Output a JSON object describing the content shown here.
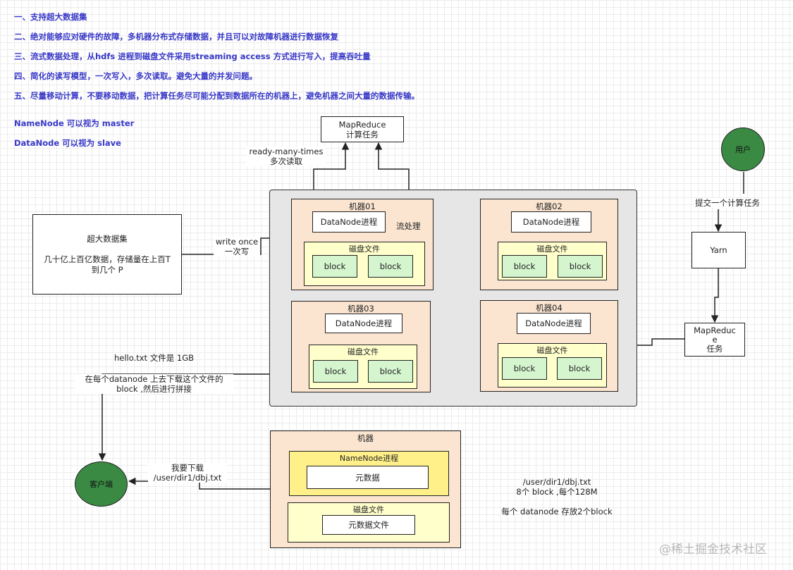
{
  "notes": [
    "一、支持超大数据集",
    "二、绝对能够应对硬件的故障，多机器分布式存储数据，并且可以对故障机器进行数据恢复",
    "三、流式数据处理，从hdfs 进程到磁盘文件采用streaming access 方式进行写入，提高吞吐量",
    "四、简化的读写模型，一次写入，多次读取。避免大量的并发问题。",
    "五、尽量移动计算，不要移动数据，把计算任务尽可能分配到数据所在的机器上，避免机器之间大量的数据传输。"
  ],
  "roles": {
    "namenode": "NameNode 可以视为 master",
    "datanode": "DataNode 可以视为 slave"
  },
  "mapreduce_top": {
    "line1": "MapReduce",
    "line2": "计算任务"
  },
  "read_label": {
    "line1": "ready-many-times",
    "line2": "多次读取"
  },
  "dataset": {
    "title": "超大数据集",
    "line1": "几十亿上百亿数据，存储量在上百T",
    "line2": "到几个 P"
  },
  "write_label": {
    "line1": "write once",
    "line2": "一次写"
  },
  "stream_label": "流处理",
  "machines": [
    {
      "title": "机器01",
      "process": "DataNode进程",
      "disk": "磁盘文件",
      "block1": "block",
      "block2": "block"
    },
    {
      "title": "机器02",
      "process": "DataNode进程",
      "disk": "磁盘文件",
      "block1": "block",
      "block2": "block"
    },
    {
      "title": "机器03",
      "process": "DataNode进程",
      "disk": "磁盘文件",
      "block1": "block",
      "block2": "block"
    },
    {
      "title": "机器04",
      "process": "DataNode进程",
      "disk": "磁盘文件",
      "block1": "block",
      "block2": "block"
    }
  ],
  "user": "用户",
  "submit_label": "提交一个计算任务",
  "yarn": "Yarn",
  "mapreduce_task": {
    "line1": "MapReduc",
    "line2": "e",
    "line3": "任务"
  },
  "hello": {
    "line1": "hello.txt 文件是 1GB",
    "line2": "在每个datanode 上去下载这个文件的",
    "line3": "block ,然后进行拼接"
  },
  "client": "客户端",
  "download_label": {
    "line1": "我要下载",
    "line2": "/user/dir1/dbj.txt"
  },
  "namenode_machine": {
    "title": "机器",
    "process": "NameNode进程",
    "metadata": "元数据",
    "disk": "磁盘文件",
    "metafile": "元数据文件"
  },
  "file_info": {
    "line1": "/user/dir1/dbj.txt",
    "line2": "8个 block ,每个128M",
    "line3": "每个 datanode 存放2个block"
  },
  "watermark": "@稀土掘金技术社区",
  "colors": {
    "note_blue": "#3838c8",
    "machine_fill": "#fbe5d0",
    "disk_fill": "#ffffcc",
    "block_fill": "#d5f5cf",
    "namenode_fill": "#fff08a",
    "circle_fill": "#3a8a44",
    "cluster_fill": "#e6e6e6"
  }
}
